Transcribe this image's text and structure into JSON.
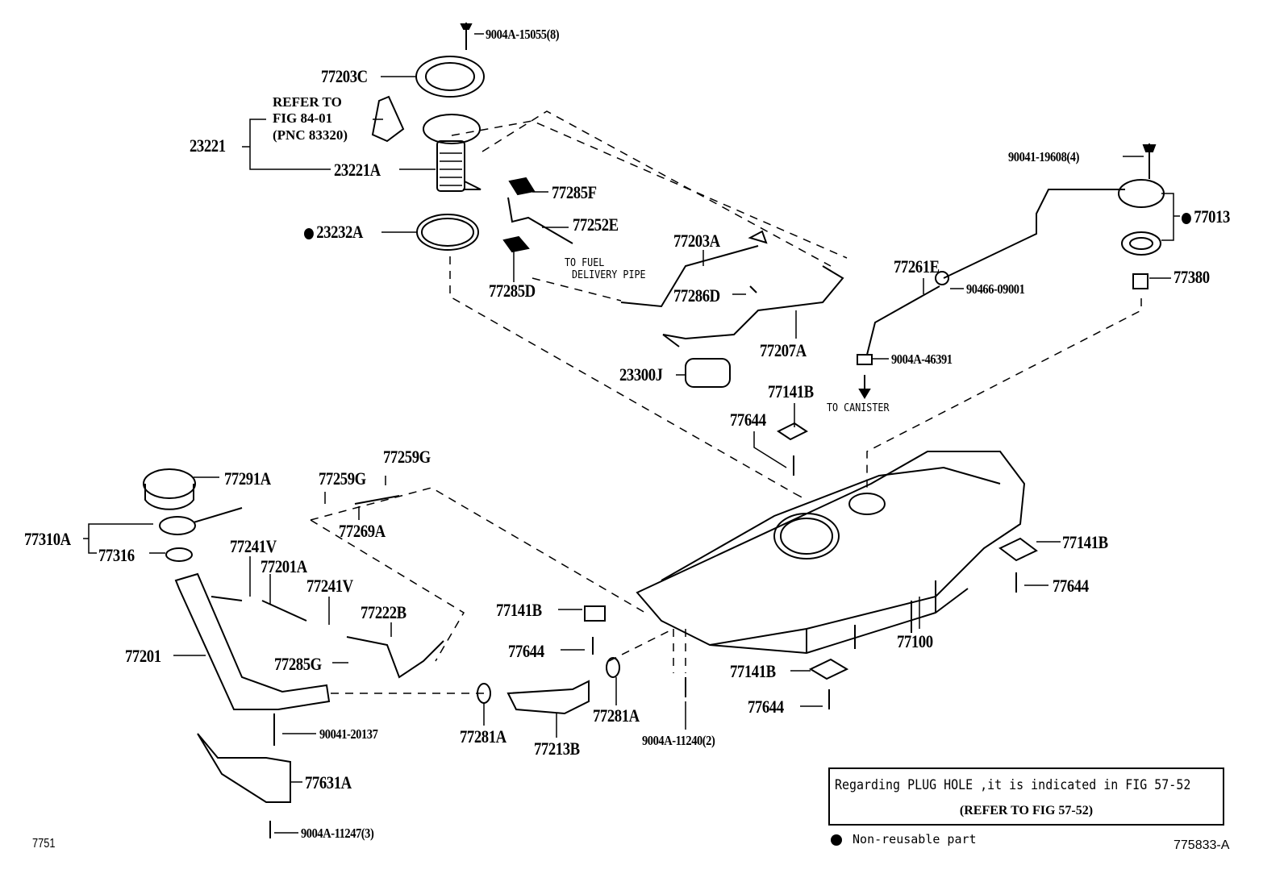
{
  "diagram": {
    "title": "Fuel Tank & Tube parts illustration",
    "figure_id": "775833-A",
    "page_code": "7751",
    "legend": {
      "symbol": "filled-circle",
      "text": "Non-reusable part"
    },
    "plug_hole_note": {
      "line1": "Regarding PLUG HOLE ,it is indicated in FIG 57-52",
      "line2": "(REFER TO FIG 57-52)"
    },
    "notes": {
      "refer_to": [
        "REFER TO",
        "FIG 84-01",
        "(PNC 83320)"
      ],
      "to_fuel_delivery_pipe": [
        "TO FUEL",
        "DELIVERY PIPE"
      ],
      "to_canister": "TO CANISTER"
    },
    "parts": [
      {
        "id": "p1",
        "label": "9004A-15055(8)",
        "non_reusable": false
      },
      {
        "id": "p2",
        "label": "77203C",
        "non_reusable": false
      },
      {
        "id": "p3",
        "label": "23221",
        "non_reusable": false
      },
      {
        "id": "p4",
        "label": "23221A",
        "non_reusable": false
      },
      {
        "id": "p5",
        "label": "23232A",
        "non_reusable": true
      },
      {
        "id": "p6",
        "label": "77285F",
        "non_reusable": false
      },
      {
        "id": "p7",
        "label": "77252E",
        "non_reusable": false
      },
      {
        "id": "p8",
        "label": "77285D",
        "non_reusable": false
      },
      {
        "id": "p9",
        "label": "77203A",
        "non_reusable": false
      },
      {
        "id": "p10",
        "label": "77286D",
        "non_reusable": false
      },
      {
        "id": "p11",
        "label": "77207A",
        "non_reusable": false
      },
      {
        "id": "p12",
        "label": "23300J",
        "non_reusable": false
      },
      {
        "id": "p13",
        "label": "90041-19608(4)",
        "non_reusable": false
      },
      {
        "id": "p14",
        "label": "77013",
        "non_reusable": true
      },
      {
        "id": "p15",
        "label": "77380",
        "non_reusable": false
      },
      {
        "id": "p16",
        "label": "77261E",
        "non_reusable": false
      },
      {
        "id": "p17",
        "label": "90466-09001",
        "non_reusable": false
      },
      {
        "id": "p18",
        "label": "9004A-46391",
        "non_reusable": false
      },
      {
        "id": "p19",
        "label": "77141B",
        "non_reusable": false
      },
      {
        "id": "p20",
        "label": "77644",
        "non_reusable": false
      },
      {
        "id": "p21",
        "label": "77291A",
        "non_reusable": false
      },
      {
        "id": "p22",
        "label": "77259G",
        "non_reusable": false
      },
      {
        "id": "p23",
        "label": "77259G",
        "non_reusable": false
      },
      {
        "id": "p24",
        "label": "77269A",
        "non_reusable": false
      },
      {
        "id": "p25",
        "label": "77310A",
        "non_reusable": false
      },
      {
        "id": "p26",
        "label": "77316",
        "non_reusable": false
      },
      {
        "id": "p27",
        "label": "77241V",
        "non_reusable": false
      },
      {
        "id": "p28",
        "label": "77201A",
        "non_reusable": false
      },
      {
        "id": "p29",
        "label": "77241V",
        "non_reusable": false
      },
      {
        "id": "p30",
        "label": "77222B",
        "non_reusable": false
      },
      {
        "id": "p31",
        "label": "77201",
        "non_reusable": false
      },
      {
        "id": "p32",
        "label": "77285G",
        "non_reusable": false
      },
      {
        "id": "p33",
        "label": "90041-20137",
        "non_reusable": false
      },
      {
        "id": "p34",
        "label": "77631A",
        "non_reusable": false
      },
      {
        "id": "p35",
        "label": "9004A-11247(3)",
        "non_reusable": false
      },
      {
        "id": "p36",
        "label": "77281A",
        "non_reusable": false
      },
      {
        "id": "p37",
        "label": "77213B",
        "non_reusable": false
      },
      {
        "id": "p38",
        "label": "77281A",
        "non_reusable": false
      },
      {
        "id": "p39",
        "label": "77141B",
        "non_reusable": false
      },
      {
        "id": "p40",
        "label": "77644",
        "non_reusable": false
      },
      {
        "id": "p41",
        "label": "9004A-11240(2)",
        "non_reusable": false
      },
      {
        "id": "p42",
        "label": "77141B",
        "non_reusable": false
      },
      {
        "id": "p43",
        "label": "77644",
        "non_reusable": false
      },
      {
        "id": "p44",
        "label": "77100",
        "non_reusable": false
      },
      {
        "id": "p45",
        "label": "77141B",
        "non_reusable": false
      },
      {
        "id": "p46",
        "label": "77644",
        "non_reusable": false
      }
    ]
  }
}
